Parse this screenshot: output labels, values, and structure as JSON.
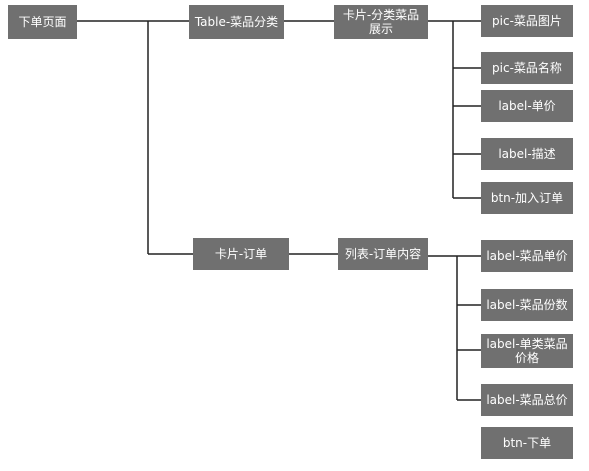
{
  "nodes": {
    "root": "下单页面",
    "table_category": "Table-菜品分类",
    "card_category_display": "卡片-分类菜品展示",
    "pic_dish_image": "pic-菜品图片",
    "pic_dish_name": "pic-菜品名称",
    "label_unit_price": "label-单价",
    "label_description": "label-描述",
    "btn_add_to_order": "btn-加入订单",
    "card_order": "卡片-订单",
    "list_order_content": "列表-订单内容",
    "label_dish_unit_price": "label-菜品单价",
    "label_dish_quantity": "label-菜品份数",
    "label_single_type_price": "label-单类菜品价格",
    "label_dish_total": "label-菜品总价",
    "btn_place_order": "btn-下单"
  },
  "colors": {
    "node_fill": "#707070",
    "node_text": "#ffffff",
    "connector": "#222222"
  }
}
